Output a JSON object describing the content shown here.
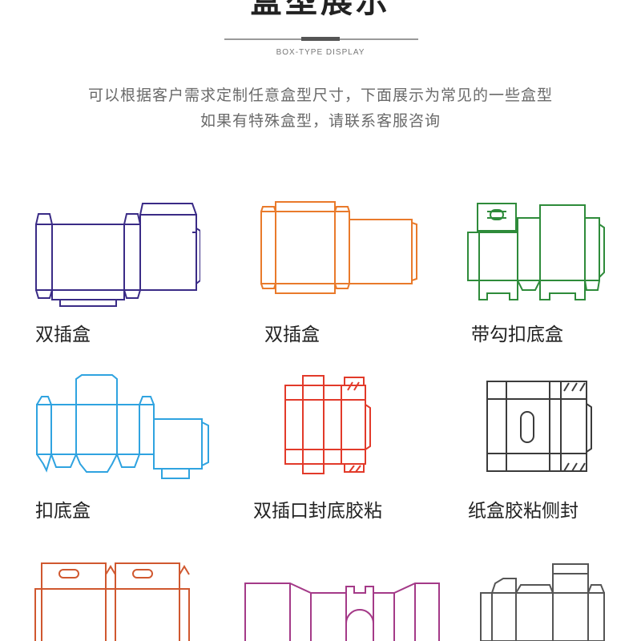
{
  "header": {
    "title": "盒型展示",
    "subtitle": "BOX-TYPE DISPLAY"
  },
  "intro": {
    "line1": "可以根据客户需求定制任意盒型尺寸，下面展示为常见的一些盒型",
    "line2": "如果有特殊盒型，请联系客服咨询"
  },
  "box_types": [
    {
      "label": "双插盒",
      "color": "#3a2b86",
      "icon": "double-tuck-box-dieline"
    },
    {
      "label": "双插盒",
      "color": "#e97a2b",
      "icon": "double-tuck-box-dieline"
    },
    {
      "label": "带勾扣底盒",
      "color": "#2e8b3a",
      "icon": "hook-lock-bottom-box-dieline"
    },
    {
      "label": "扣底盒",
      "color": "#2fa3e0",
      "icon": "lock-bottom-box-dieline"
    },
    {
      "label": "双插口封底胶粘",
      "color": "#e23a2a",
      "icon": "tuck-top-glued-bottom-dieline"
    },
    {
      "label": "纸盒胶粘侧封",
      "color": "#3b3b3b",
      "icon": "glued-side-seal-box-dieline"
    },
    {
      "label": "",
      "color": "#d0582f",
      "icon": "handle-box-dieline"
    },
    {
      "label": "",
      "color": "#a43a88",
      "icon": "pillow-box-dieline"
    },
    {
      "label": "",
      "color": "#555555",
      "icon": "window-box-dieline"
    }
  ]
}
